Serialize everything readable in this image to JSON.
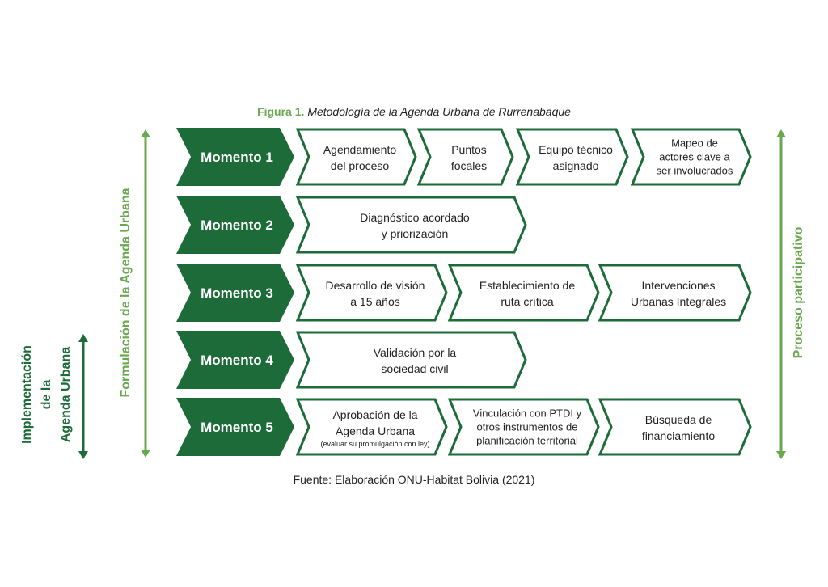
{
  "caption": {
    "label": "Figura 1.",
    "title": "Metodología de la Agenda Urbana de Rurrenabaque"
  },
  "source": "Fuente: Elaboración ONU-Habitat Bolivia (2021)",
  "side_labels": {
    "implementation": [
      "Implementación",
      "de la",
      "Agenda Urbana"
    ],
    "formulation": "Formulación de la Agenda Urbana",
    "participatory": "Proceso participativo"
  },
  "colors": {
    "dark_green": "#1e6b3a",
    "light_green": "#6aa84f",
    "text": "#222222",
    "white": "#ffffff"
  },
  "moments": [
    {
      "label": "Momento 1",
      "steps": [
        {
          "lines": [
            "Agendamiento",
            "del proceso"
          ]
        },
        {
          "lines": [
            "Puntos",
            "focales"
          ]
        },
        {
          "lines": [
            "Equipo técnico",
            "asignado"
          ]
        },
        {
          "lines": [
            "Mapeo de",
            "actores clave a",
            "ser involucrados"
          ]
        }
      ]
    },
    {
      "label": "Momento 2",
      "steps": [
        {
          "lines": [
            "Diagnóstico acordado",
            "y priorización"
          ]
        }
      ]
    },
    {
      "label": "Momento 3",
      "steps": [
        {
          "lines": [
            "Desarrollo de visión",
            "a 15 años"
          ]
        },
        {
          "lines": [
            "Establecimiento de",
            "ruta crítica"
          ]
        },
        {
          "lines": [
            "Intervenciones",
            "Urbanas Integrales"
          ]
        }
      ]
    },
    {
      "label": "Momento 4",
      "steps": [
        {
          "lines": [
            "Validación por la",
            "sociedad civil"
          ]
        }
      ]
    },
    {
      "label": "Momento 5",
      "steps": [
        {
          "lines": [
            "Aprobación de la",
            "Agenda Urbana"
          ],
          "note": "(evaluar su promulgación con ley)"
        },
        {
          "lines": [
            "Vinculación con PTDI y",
            "otros instrumentos de",
            "planificación territorial"
          ]
        },
        {
          "lines": [
            "Búsqueda de",
            "financiamiento"
          ]
        }
      ]
    }
  ]
}
